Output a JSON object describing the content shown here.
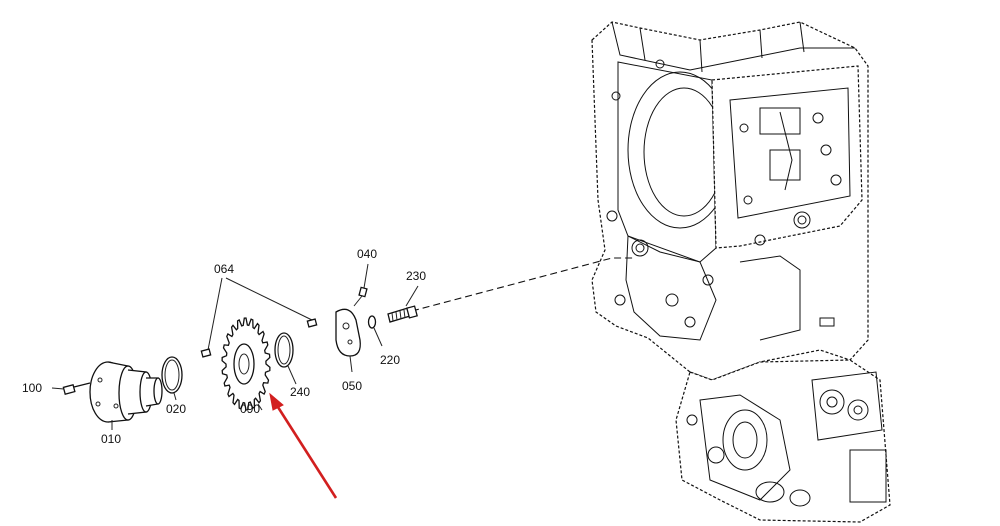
{
  "diagram": {
    "labels": {
      "p010": "010",
      "p020": "020",
      "p040": "040",
      "p050": "050",
      "p064": "064",
      "p090": "090",
      "p100": "100",
      "p220": "220",
      "p230": "230",
      "p240": "240"
    },
    "colors": {
      "line": "#111111",
      "arrow": "#d21f1f",
      "background": "#ffffff"
    }
  }
}
